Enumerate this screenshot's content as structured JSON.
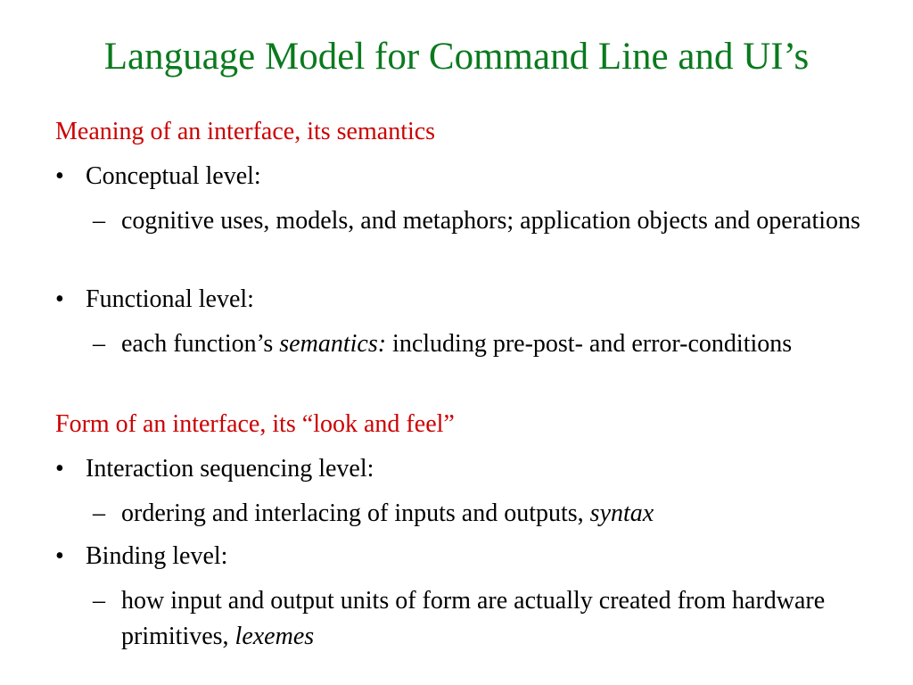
{
  "title": "Language Model for Command Line and UI’s",
  "colors": {
    "title": "#0a7a1e",
    "heading": "#cc0000",
    "body": "#000000"
  },
  "sections": [
    {
      "heading": "Meaning of an interface, its semantics",
      "bullets": [
        {
          "label": "Conceptual level:",
          "sub": {
            "before": "cognitive uses, models, and metaphors; application objects and operations",
            "italic": "",
            "after": ""
          }
        },
        {
          "label": "Functional level:",
          "sub": {
            "before": "each function’s ",
            "italic": "semantics:",
            "after": " including pre-post- and error-conditions"
          }
        }
      ]
    },
    {
      "heading": "Form of an interface, its “look and feel”",
      "bullets": [
        {
          "label": "Interaction sequencing level:",
          "sub": {
            "before": "ordering and interlacing of inputs and outputs, ",
            "italic": "syntax",
            "after": ""
          }
        },
        {
          "label": "Binding level:",
          "sub": {
            "before": "how input and output units of form are actually created from hardware primitives, ",
            "italic": "lexemes",
            "after": ""
          }
        }
      ]
    }
  ],
  "symbols": {
    "bullet": "•",
    "dash": "–"
  }
}
